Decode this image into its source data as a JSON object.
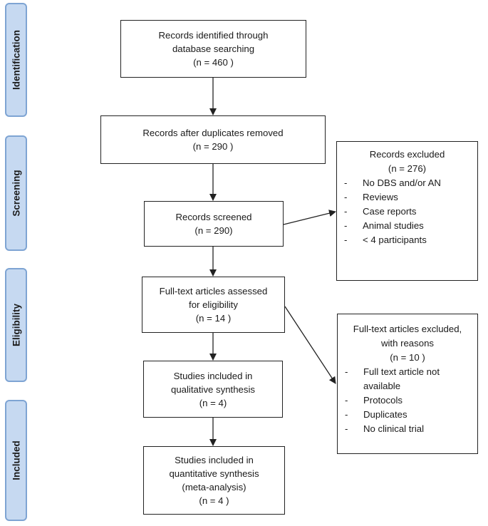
{
  "phases": {
    "identification": "Identification",
    "screening": "Screening",
    "eligibility": "Eligibility",
    "included": "Included"
  },
  "boxes": {
    "identified": {
      "line1": "Records identified through",
      "line2": "database searching",
      "line3": "(n =  460 )"
    },
    "after_duplicates": {
      "line1": "Records after duplicates removed",
      "line2": "(n =  290 )"
    },
    "screened": {
      "line1": "Records screened",
      "line2": "(n = 290)"
    },
    "assessed": {
      "line1": "Full-text articles assessed",
      "line2": "for eligibility",
      "line3": "(n =  14 )"
    },
    "qualitative": {
      "line1": "Studies included in",
      "line2": "qualitative synthesis",
      "line3": "(n =   4)"
    },
    "quantitative": {
      "line1": "Studies included in",
      "line2": "quantitative synthesis",
      "line3": "(meta-analysis)",
      "line4": "(n = 4  )"
    }
  },
  "records_excluded": {
    "title": "Records excluded",
    "count": "(n =  276)",
    "items": [
      "No DBS and/or AN",
      "Reviews",
      "Case reports",
      "Animal studies",
      "< 4 participants"
    ]
  },
  "fulltext_excluded": {
    "title_line1": "Full-text articles excluded,",
    "title_line2": "with reasons",
    "count": "(n =  10 )",
    "items": [
      "Full text article not",
      "available",
      "Protocols",
      "Duplicates",
      "No clinical trial"
    ]
  }
}
